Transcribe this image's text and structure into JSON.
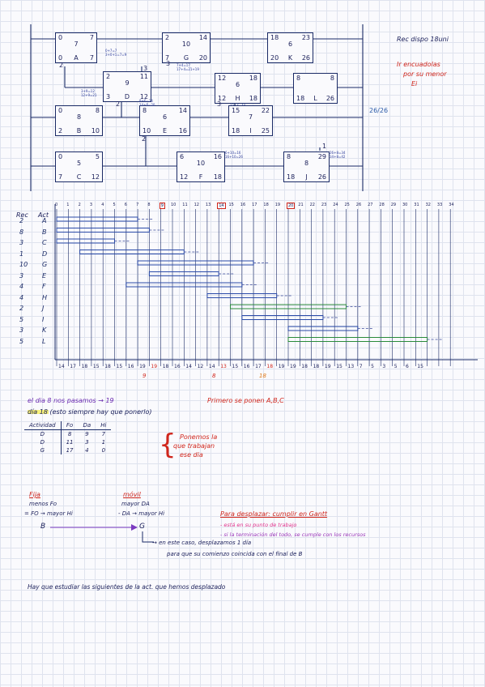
{
  "network": {
    "nodes": [
      {
        "id": "node-a",
        "tl": "0",
        "tr": "7",
        "mid": "7",
        "bl": "0",
        "bc": "A",
        "br": "7",
        "note": "0+7=7 3+0+1=7=9"
      },
      {
        "id": "node-g",
        "tl": "2",
        "tr": "14",
        "mid": "10",
        "bl": "7",
        "bc": "G",
        "br": "20",
        "note": "7+4=17 17+4=21+19"
      },
      {
        "id": "node-k",
        "tl": "18",
        "tr": "23",
        "mid": "6",
        "bl": "20",
        "bc": "K",
        "br": "26",
        "note": ""
      },
      {
        "id": "node-d",
        "tl": "2",
        "tr": "11",
        "mid": "9",
        "bl": "3",
        "bc": "D",
        "br": "12",
        "note": "3+9=12 12+9=21"
      },
      {
        "id": "node-h",
        "tl": "12",
        "tr": "18",
        "mid": "6",
        "bl": "12",
        "bc": "H",
        "br": "18",
        "note": "12+6=18 18+6=24"
      },
      {
        "id": "node-l",
        "tl": "8",
        "tr": "8",
        "mid": "",
        "bl": "18",
        "bc": "L",
        "br": "26",
        "note": ""
      },
      {
        "id": "node-b",
        "tl": "0",
        "tr": "8",
        "mid": "8",
        "bl": "2",
        "bc": "B",
        "br": "10",
        "note": ""
      },
      {
        "id": "node-e",
        "tl": "8",
        "tr": "14",
        "mid": "6",
        "bl": "10",
        "bc": "E",
        "br": "16",
        "note": "8+6=14 14+6=20"
      },
      {
        "id": "node-i",
        "tl": "15",
        "tr": "22",
        "mid": "7",
        "bl": "18",
        "bc": "I",
        "br": "25",
        "note": ""
      },
      {
        "id": "node-c",
        "tl": "0",
        "tr": "5",
        "mid": "5",
        "bl": "7",
        "bc": "C",
        "br": "12",
        "note": ""
      },
      {
        "id": "node-f",
        "tl": "6",
        "tr": "16",
        "mid": "10",
        "bl": "12",
        "bc": "F",
        "br": "18",
        "note": "6+10=16 16+10=26"
      },
      {
        "id": "node-j",
        "tl": "8",
        "tr": "29",
        "mid": "8",
        "bl": "18",
        "bc": "J",
        "br": "26",
        "note": "26+8=34 34+8=42"
      }
    ],
    "edge_labels": [
      "2",
      "3",
      "3",
      "2",
      "3",
      "2",
      "1",
      "26/26"
    ],
    "res_title": "Rec dispo 18uni",
    "red_note": [
      "Ir encuadolas",
      "por su menor",
      "Ei"
    ]
  },
  "gantt": {
    "header_rec": "Rec",
    "header_act": "Act",
    "days": [
      "0",
      "1",
      "2",
      "3",
      "4",
      "5",
      "6",
      "7",
      "8",
      "9",
      "10",
      "11",
      "12",
      "13",
      "14",
      "15",
      "16",
      "17",
      "18",
      "19",
      "20",
      "21",
      "22",
      "23",
      "24",
      "25",
      "26",
      "27",
      "28",
      "29",
      "30",
      "31",
      "32",
      "33",
      "34"
    ],
    "rows": [
      {
        "rec": "2",
        "act": "A"
      },
      {
        "rec": "8",
        "act": "B"
      },
      {
        "rec": "3",
        "act": "C"
      },
      {
        "rec": "1",
        "act": "D"
      },
      {
        "rec": "10",
        "act": "G"
      },
      {
        "rec": "3",
        "act": "E"
      },
      {
        "rec": "4",
        "act": "F"
      },
      {
        "rec": "4",
        "act": "H"
      },
      {
        "rec": "2",
        "act": "J"
      },
      {
        "rec": "5",
        "act": "I"
      },
      {
        "rec": "3",
        "act": "K"
      },
      {
        "rec": "5",
        "act": "L"
      }
    ],
    "totals": [
      "14",
      "17",
      "18",
      "15",
      "18",
      "15",
      "16",
      "19",
      "19",
      "18",
      "16",
      "14",
      "12",
      "14",
      "13",
      "15",
      "16",
      "17",
      "18",
      "19",
      "19",
      "18",
      "18",
      "19",
      "15",
      "13",
      "7",
      "5",
      "3",
      "5",
      "6",
      "15"
    ],
    "totals_under": [
      "9",
      "8",
      "18"
    ]
  },
  "notes": {
    "line1": "el dia 8 nos pasamos → 19",
    "line1_red": "Primero se ponen A,B,C",
    "line2": "día 18 (esto siempre hay que ponerlo)",
    "table_headers": [
      "Actividad",
      "Fo",
      "Da",
      "Hi"
    ],
    "table_rows": [
      [
        "D",
        "8",
        "9",
        "7"
      ],
      [
        "D",
        "11",
        "3",
        "1"
      ],
      [
        "G",
        "17",
        "4",
        "0"
      ]
    ],
    "brace_note": [
      "Ponemos la",
      "que trabajan",
      "ese dia"
    ],
    "fijas_title": "Fija",
    "fijas_lines": [
      "menos Fo",
      "= FO → mayor Hi"
    ],
    "movil_title": "móvil",
    "movil_lines": [
      "mayor DA",
      "- DA → mayor Hi"
    ],
    "arrow_from": "B",
    "arrow_to": "G",
    "despl_title": "Para desplazar: cumplir en Gantt",
    "despl_lines": [
      "- está en su punto de trabajo",
      "- si la terminación del todo, se cumple con los recursos"
    ],
    "caso_line1": "→ en este caso, desplazamos 1 día",
    "caso_line2": "para que su comienzo coincida con el final de B",
    "final": "Hay que estudiar las siguientes de la act. que hemos desplazado"
  }
}
